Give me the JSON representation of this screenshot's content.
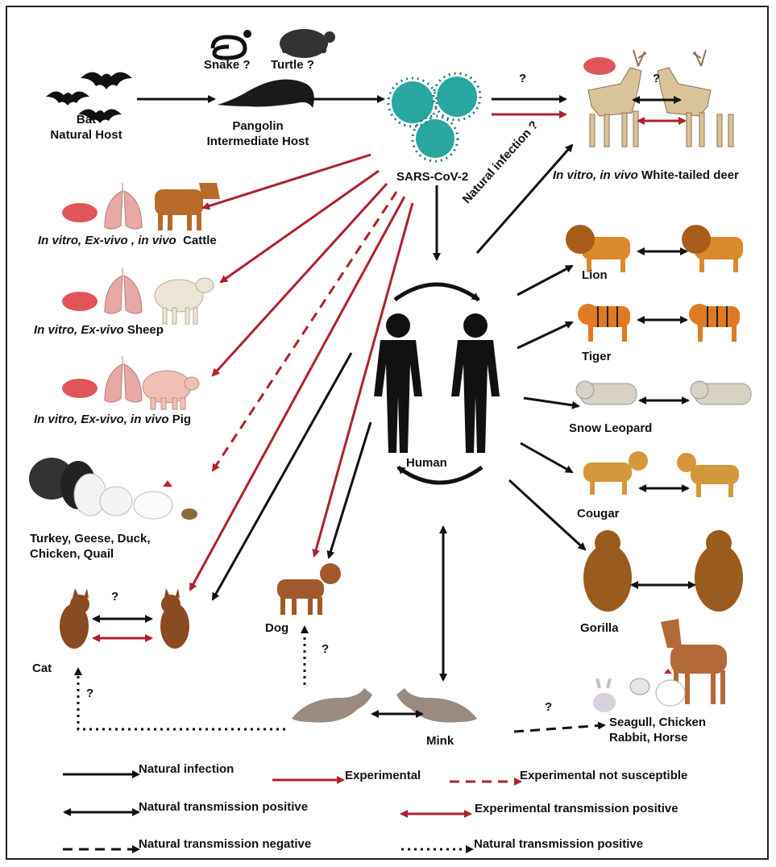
{
  "hosts": {
    "bat_name": "Bat",
    "bat_role": "Natural Host",
    "snake": "Snake ?",
    "turtle": "Turtle ?",
    "pangolin_name": "Pangolin",
    "pangolin_role": "Intermediate Host",
    "virus": "SARS-CoV-2",
    "human": "Human"
  },
  "experimental_hosts": {
    "cattle_prefix": "In vitro, Ex-vivo , in vivo",
    "cattle": "Cattle",
    "sheep_prefix": "In vitro, Ex-vivo",
    "sheep": "Sheep",
    "pig_prefix": "In vitro, Ex-vivo, in vivo",
    "pig": "Pig",
    "deer_prefix": "In vitro, in vivo",
    "deer": "White-tailed deer",
    "birds_line1": "Turkey, Geese, Duck,",
    "birds_line2": "Chicken, Quail"
  },
  "natural_hosts": {
    "lion": "Lion",
    "tiger": "Tiger",
    "snow_leopard": "Snow Leopard",
    "cougar": "Cougar",
    "gorilla": "Gorilla",
    "dog": "Dog",
    "cat": "Cat",
    "mink": "Mink",
    "others_line1": "Seagull, Chicken",
    "others_line2": "Rabbit, Horse"
  },
  "annotations": {
    "natural_infection_q": "Natural infection ?",
    "question": "?"
  },
  "legend": {
    "natural_infection": "Natural infection",
    "experimental": "Experimental",
    "experimental_not_susceptible": "Experimental not susceptible",
    "natural_transmission_positive": "Natural transmission positive",
    "experimental_transmission_positive": "Experimental transmission positive",
    "natural_transmission_negative": "Natural transmission negative",
    "natural_transmission_positive_dotted": "Natural transmission positive"
  },
  "colors": {
    "natural": "#111111",
    "experimental": "#b0202e",
    "virus": "#2aa6a0",
    "petri": "#e0555a",
    "lung": "#e7a9a6"
  }
}
